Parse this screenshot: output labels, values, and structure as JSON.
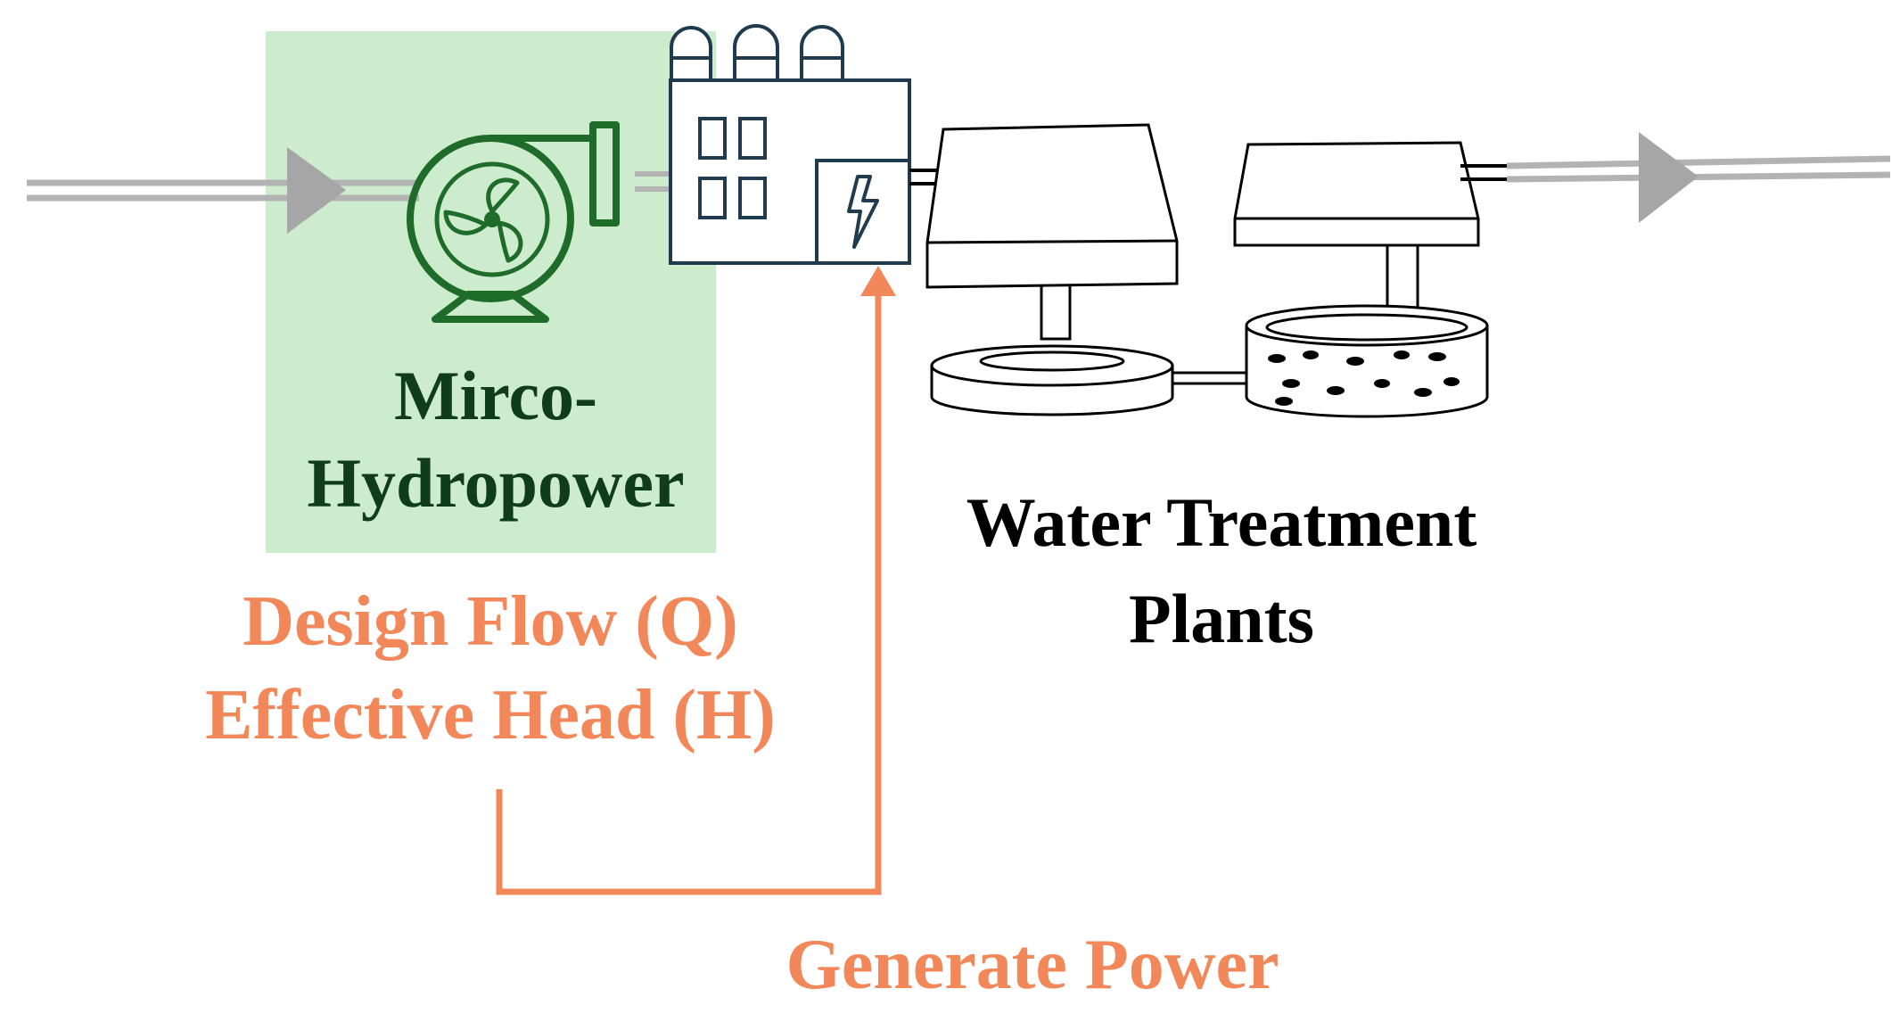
{
  "labels": {
    "hydro_line1": "Mirco-",
    "hydro_line2": "Hydropower",
    "wtp_line1": "Water Treatment",
    "wtp_line2": "Plants",
    "design_flow": "Design Flow (Q)",
    "effective_head": "Effective Head (H)",
    "generate_power": "Generate Power"
  },
  "colors": {
    "highlight": "#cdeccd",
    "hydro_green": "#1e6b2a",
    "hydro_text": "#0f3d1a",
    "factory_outline": "#1f3b4d",
    "orange": "#f2875a",
    "pipe": "#b3b3b3",
    "arrow": "#a6a6a6",
    "black": "#000000"
  },
  "icons": [
    "turbine-icon",
    "factory-icon",
    "lightning-icon",
    "sedimentation-tank-icon",
    "aeration-tank-icon",
    "flow-arrow-icon"
  ]
}
